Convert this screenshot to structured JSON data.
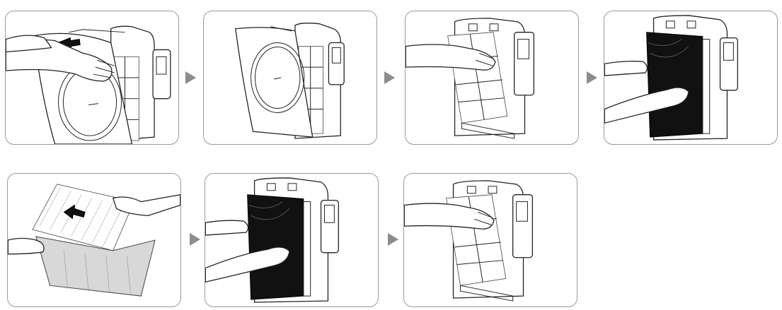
{
  "diagram": {
    "steps": [
      {
        "id": 1,
        "action": "remove-front-panel"
      },
      {
        "id": 2,
        "action": "front-panel-lifted-off"
      },
      {
        "id": 3,
        "action": "remove-pre-filter"
      },
      {
        "id": 4,
        "action": "remove-carbon-filter"
      },
      {
        "id": 5,
        "action": "remove-wrapping-from-new-filter"
      },
      {
        "id": 6,
        "action": "insert-carbon-filter"
      },
      {
        "id": 7,
        "action": "insert-pre-filter"
      }
    ],
    "arrow_color": "#8c8c8c",
    "frame_color": "#9a9a9a",
    "line_color": "#222222",
    "filter_dark_color": "#111111"
  }
}
